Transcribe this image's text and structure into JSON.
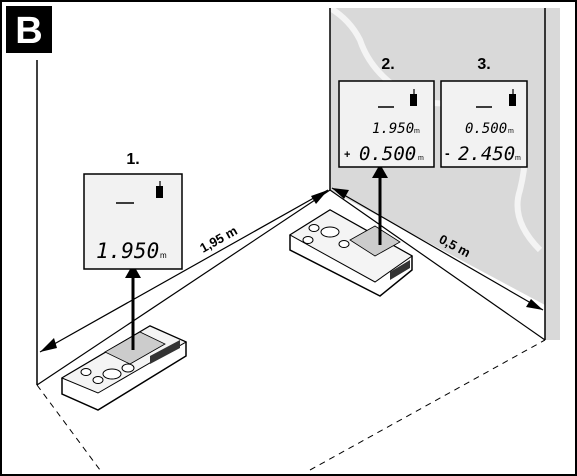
{
  "badge": {
    "text": "B",
    "bg": "#000000",
    "fg": "#ffffff"
  },
  "steps": [
    {
      "number": "1.",
      "line1": "",
      "line2": "1.950",
      "line2_unit": "m",
      "sign2": ""
    },
    {
      "number": "2.",
      "line1": "1.950",
      "line1_unit": "m",
      "line2": "0.500",
      "line2_unit": "m",
      "sign2": "+"
    },
    {
      "number": "3.",
      "line1": "0.500",
      "line1_unit": "m",
      "line2": "2.450",
      "line2_unit": "m",
      "sign2": "-"
    }
  ],
  "dimensions": {
    "long": "1,95 m",
    "short": "0,5 m"
  },
  "colors": {
    "wall_shade": "#d9d9d9",
    "line": "#000000",
    "screen_bg": "#f2f2f2"
  }
}
